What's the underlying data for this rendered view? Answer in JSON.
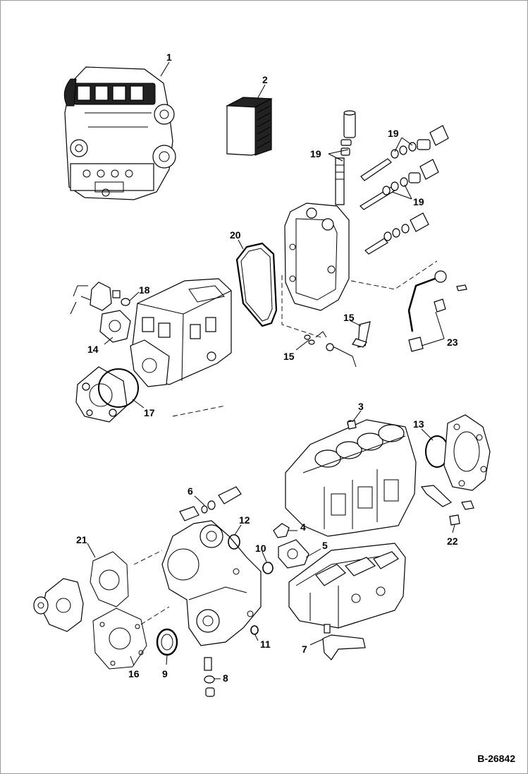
{
  "document_number": "B-26842",
  "callouts": {
    "c1": "1",
    "c2": "2",
    "c3": "3",
    "c4": "4",
    "c5": "5",
    "c6": "6",
    "c7": "7",
    "c8": "8",
    "c9": "9",
    "c10": "10",
    "c11": "11",
    "c12": "12",
    "c13": "13",
    "c14": "14",
    "c15a": "15",
    "c15b": "15",
    "c16": "16",
    "c17": "17",
    "c18": "18",
    "c19a": "19",
    "c19b": "19",
    "c19c": "19",
    "c20": "20",
    "c21": "21",
    "c22": "22",
    "c23": "23"
  }
}
